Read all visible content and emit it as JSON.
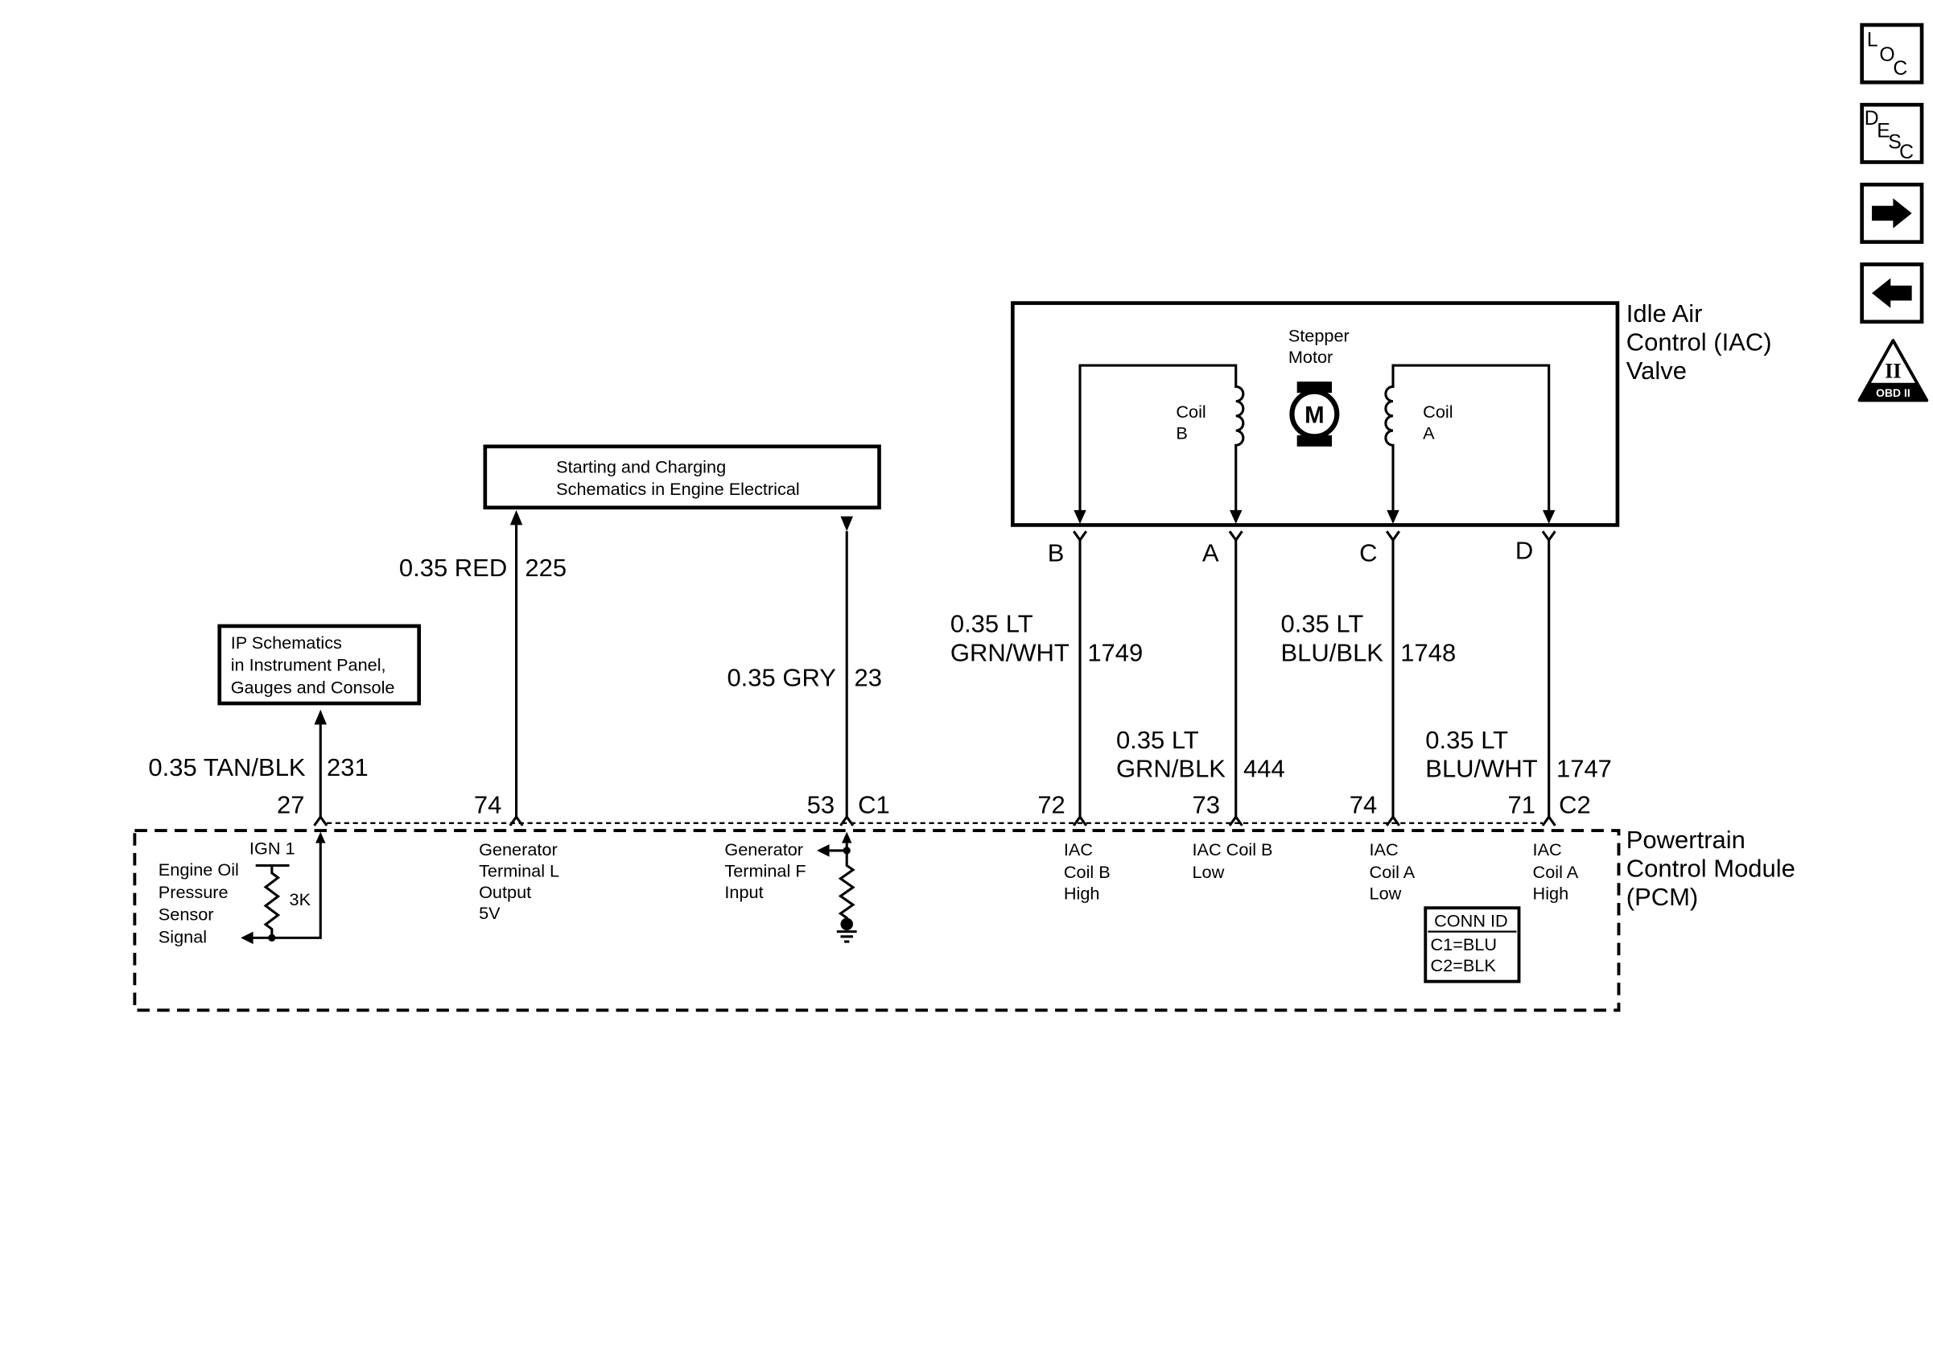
{
  "nav": {
    "loc": {
      "letters": [
        "L",
        "O",
        "C"
      ],
      "icon": "loc-icon"
    },
    "desc": {
      "letters": [
        "D",
        "E",
        "S",
        "C"
      ],
      "icon": "desc-icon"
    },
    "next": {
      "icon": "right-arrow-icon"
    },
    "prev": {
      "icon": "left-arrow-icon"
    },
    "obd": {
      "numeral": "II",
      "label": "OBD II",
      "icon": "obd-ii-icon"
    }
  },
  "iac_valve": {
    "title": [
      "Idle Air",
      "Control (IAC)",
      "Valve"
    ],
    "motor": {
      "label": [
        "Stepper",
        "Motor"
      ],
      "symbol": "M"
    },
    "coil_b": [
      "Coil",
      "B"
    ],
    "coil_a": [
      "Coil",
      "A"
    ],
    "pins": [
      "B",
      "A",
      "C",
      "D"
    ]
  },
  "references": {
    "starting_charging": [
      "Starting and Charging",
      "Schematics in Engine Electrical"
    ],
    "ip_schematics": [
      "IP Schematics",
      "in Instrument Panel,",
      "Gauges and Console"
    ]
  },
  "wires": {
    "oil_pressure": {
      "label": [
        "0.35 TAN/BLK"
      ],
      "circuit": "231",
      "pin": "27"
    },
    "gen_l": {
      "label": [
        "0.35 RED"
      ],
      "circuit": "225",
      "pin": "74"
    },
    "gen_f": {
      "label": [
        "0.35 GRY"
      ],
      "circuit": "23",
      "pin": "53"
    },
    "iac_b_high": {
      "label": [
        "0.35 LT",
        "GRN/WHT"
      ],
      "circuit": "1749",
      "pin": "72"
    },
    "iac_b_low": {
      "label": [
        "0.35 LT",
        "GRN/BLK"
      ],
      "circuit": "444",
      "pin": "73"
    },
    "iac_a_low": {
      "label": [
        "0.35 LT",
        "BLU/BLK"
      ],
      "circuit": "1748",
      "pin": "74"
    },
    "iac_a_high": {
      "label": [
        "0.35 LT",
        "BLU/WHT"
      ],
      "circuit": "1747",
      "pin": "71"
    }
  },
  "connectors": {
    "c1": "C1",
    "c2": "C2"
  },
  "pcm": {
    "title": [
      "Powertrain",
      "Control Module",
      "(PCM)"
    ],
    "oil_pressure": {
      "ign": "IGN 1",
      "resistor": "3K",
      "label": [
        "Engine Oil",
        "Pressure",
        "Sensor",
        "Signal"
      ]
    },
    "gen_l": [
      "Generator",
      "Terminal L",
      "Output",
      "5V"
    ],
    "gen_f": [
      "Generator",
      "Terminal F",
      "Input"
    ],
    "iac_b_high": [
      "IAC",
      "Coil B",
      "High"
    ],
    "iac_b_low": [
      "IAC Coil B",
      "Low"
    ],
    "iac_a_low": [
      "IAC",
      "Coil A",
      "Low"
    ],
    "iac_a_high": [
      "IAC",
      "Coil A",
      "High"
    ],
    "conn_id": {
      "title": "CONN ID",
      "lines": [
        "C1=BLU",
        "C2=BLK"
      ]
    }
  },
  "colors": {
    "ink": "#000000",
    "background": "#ffffff"
  }
}
